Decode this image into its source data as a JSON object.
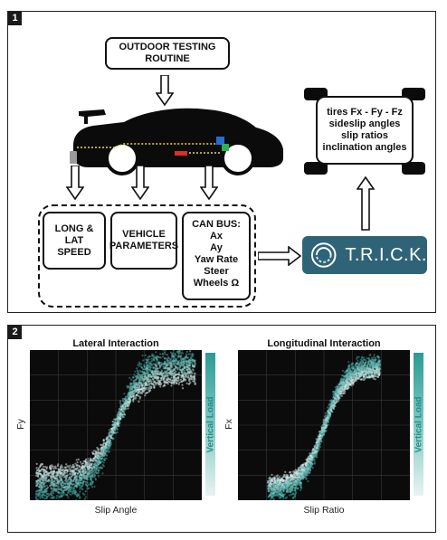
{
  "panel1": {
    "label": "1",
    "outdoor_box": "OUTDOOR TESTING ROUTINE",
    "long_lat_box": "LONG & LAT SPEED",
    "vehicle_box": "VEHICLE PARAMETERS",
    "canbus_box": "CAN BUS:\nAx\nAy\nYaw Rate\nSteer\nWheels Ω",
    "tires_box": "tires Fx - Fy - Fz\nsideslip angles\nslip ratios\ninclination angles",
    "trick_label": "T.R.I.C.K.",
    "colors": {
      "trick_bg": "#2f6478",
      "car": "#0b0b0b"
    }
  },
  "panel2": {
    "label": "2",
    "left_plot": {
      "title": "Lateral Interaction",
      "xlabel": "Slip Angle",
      "ylabel": "Fy",
      "colorbar_label": "Vertical Load"
    },
    "right_plot": {
      "title": "Longitudinal Interaction",
      "xlabel": "Slip Ratio",
      "ylabel": "Fx",
      "colorbar_label": "Vertical Load"
    },
    "colors": {
      "plot_bg": "#0b0b0b",
      "high_load": "#2b9b95",
      "low_load": "#e8f3f2"
    }
  }
}
